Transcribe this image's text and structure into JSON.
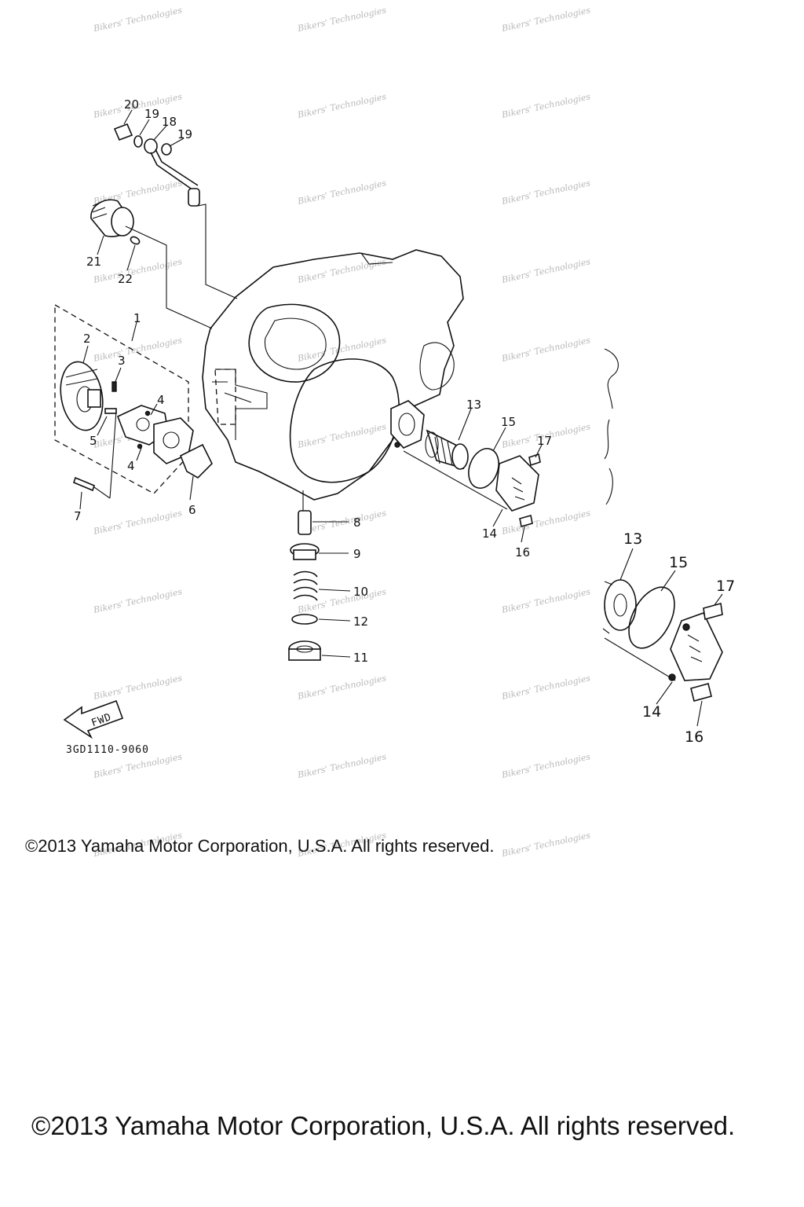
{
  "diagram": {
    "drawing_code": "3GD1110-9060",
    "fwd_label": "FWD",
    "watermark_text": "Bikers' Technologies",
    "callouts": {
      "c1": "1",
      "c2": "2",
      "c3": "3",
      "c4a": "4",
      "c4b": "4",
      "c5": "5",
      "c6": "6",
      "c7": "7",
      "c8": "8",
      "c9": "9",
      "c10": "10",
      "c11": "11",
      "c12": "12",
      "c13": "13",
      "c14": "14",
      "c15": "15",
      "c16": "16",
      "c17": "17",
      "c18": "18",
      "c19a": "19",
      "c19b": "19",
      "c20": "20",
      "c21": "21",
      "c22": "22",
      "d13": "13",
      "d14": "14",
      "d15": "15",
      "d16": "16",
      "d17": "17"
    }
  },
  "copyright_small": "©2013 Yamaha Motor Corporation, U.S.A. All rights reserved.",
  "copyright_large": "©2013 Yamaha Motor Corporation, U.S.A. All rights reserved."
}
